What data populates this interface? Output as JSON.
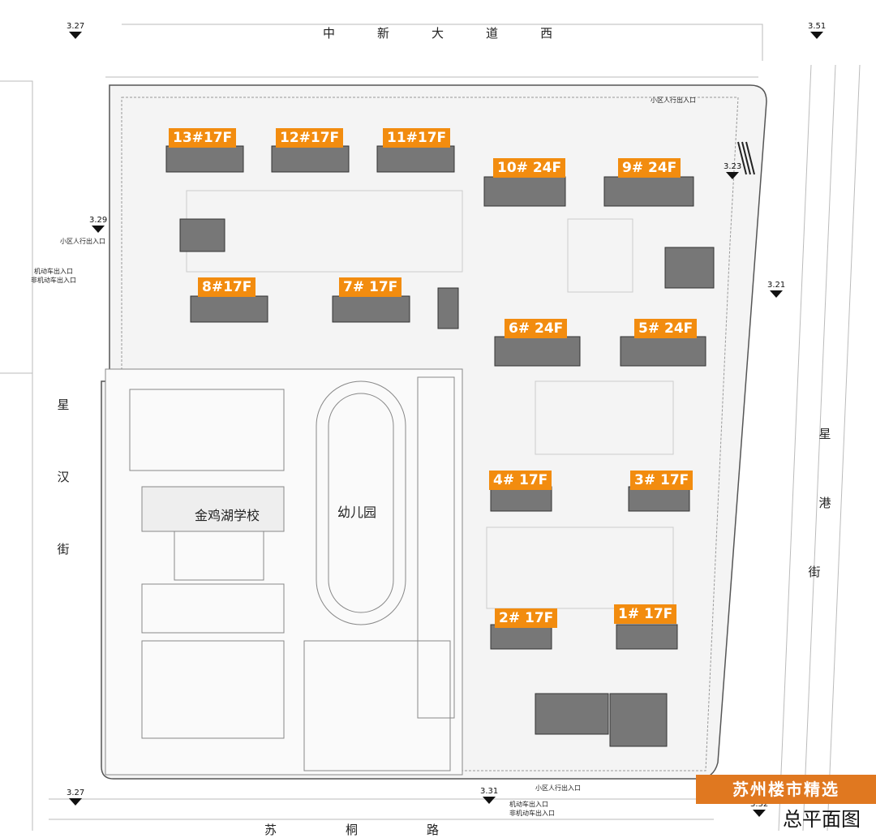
{
  "roads": {
    "north": [
      "中",
      "新",
      "大",
      "道",
      "西"
    ],
    "west": [
      "星",
      "汉",
      "街"
    ],
    "east": [
      "星",
      "港",
      "街"
    ],
    "south": [
      "苏",
      "桐",
      "路"
    ]
  },
  "elevations": {
    "nw": "3.27",
    "ne": "3.51",
    "sw": "3.27",
    "s": "3.31",
    "se": "3.32",
    "w": "3.29",
    "e": "3.21",
    "ne2": "3.23"
  },
  "buildings": [
    {
      "id": "b13",
      "label": "13#17F"
    },
    {
      "id": "b12",
      "label": "12#17F"
    },
    {
      "id": "b11",
      "label": "11#17F"
    },
    {
      "id": "b10",
      "label": "10# 24F"
    },
    {
      "id": "b9",
      "label": "9# 24F"
    },
    {
      "id": "b8",
      "label": "8#17F"
    },
    {
      "id": "b7",
      "label": "7# 17F"
    },
    {
      "id": "b6",
      "label": "6# 24F"
    },
    {
      "id": "b5",
      "label": "5# 24F"
    },
    {
      "id": "b4",
      "label": "4# 17F"
    },
    {
      "id": "b3",
      "label": "3# 17F"
    },
    {
      "id": "b2",
      "label": "2# 17F"
    },
    {
      "id": "b1",
      "label": "1# 17F"
    }
  ],
  "places": {
    "school": "金鸡湖学校",
    "kindergarten": "幼儿园"
  },
  "entrances": {
    "west_pedestrian": "小区人行出入口",
    "west_vehicle": "机动车出入口",
    "west_nonvehicle": "非机动车出入口",
    "north_pedestrian": "小区人行出入口",
    "south_pedestrian": "小区人行出入口",
    "south_vehicle": "机动车出入口",
    "south_nonvehicle": "非机动车出入口"
  },
  "watermark": "苏州楼市精选",
  "plan_title": "总平面图"
}
